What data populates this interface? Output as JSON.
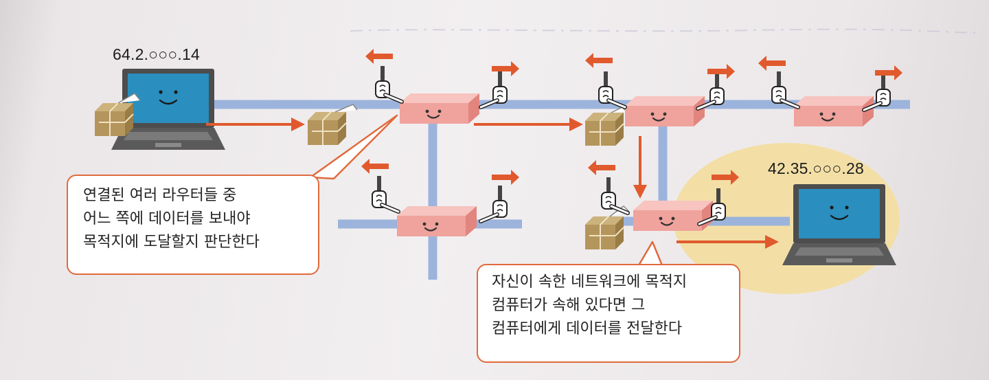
{
  "source": {
    "ip_address": "64.2.○○○.14"
  },
  "destination": {
    "ip_address": "42.35.○○○.28"
  },
  "callouts": {
    "router_decision": {
      "lines": [
        "연결된 여러 라우터들 중",
        "어느 쪽에 데이터를 보내야",
        "목적지에 도달할지 판단한다"
      ]
    },
    "final_delivery": {
      "lines": [
        "자신이 속한 네트워크에 목적지",
        "컴퓨터가 속해 있다면 그",
        "컴퓨터에게 데이터를 전달한다"
      ]
    }
  },
  "colors": {
    "network_line": "#9cb4dc",
    "arrow": "#e05a2e",
    "router_body": "#f0a29c",
    "router_top": "#f7c4bf",
    "package": "#b4955c",
    "laptop_screen": "#2a8fbf",
    "destination_network": "#f3dfa6",
    "callout_border": "#e06a3c"
  },
  "icons": [
    "laptop-icon",
    "router-icon",
    "package-icon",
    "wrench-hand-icon",
    "arrow-icon"
  ]
}
